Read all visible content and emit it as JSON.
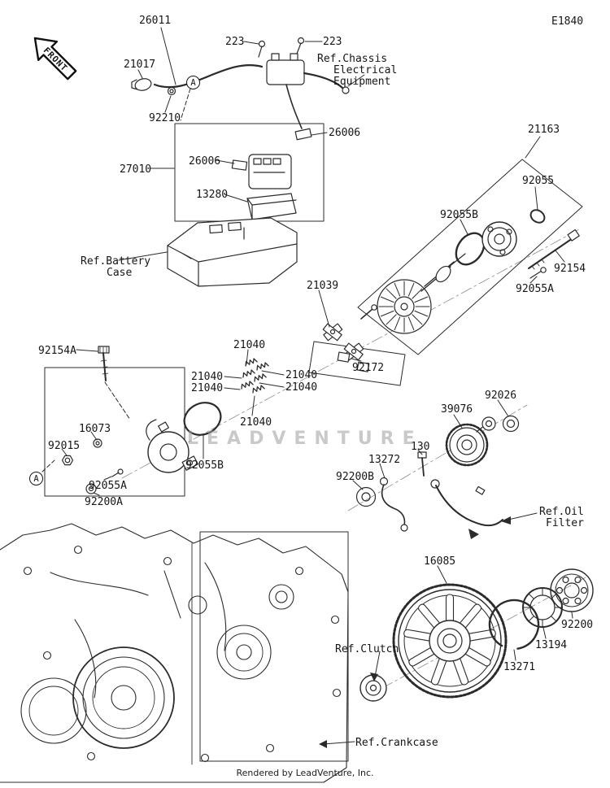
{
  "diagram": {
    "code": "E1840",
    "front": "FRONT",
    "watermark": "LEADVENTURE",
    "footer": "Rendered by LeadVenture, Inc.",
    "detail_marker": "A"
  },
  "callouts": {
    "c26011": "26011",
    "c223_1": "223",
    "c223_2": "223",
    "c21017": "21017",
    "c92210": "92210",
    "c26006_1": "26006",
    "c27010": "27010",
    "c26006_2": "26006",
    "c13280": "13280",
    "c21163": "21163",
    "c92055": "92055",
    "c92055b_1": "92055B",
    "c92154": "92154",
    "c92055a_1": "92055A",
    "c21039": "21039",
    "c92154a": "92154A",
    "c21040_1": "21040",
    "c21040_2": "21040",
    "c21040_3": "21040",
    "c21040_4": "21040",
    "c21040_5": "21040",
    "c21040_6": "21040",
    "c92172": "92172",
    "c92026": "92026",
    "c39076": "39076",
    "c16073": "16073",
    "c92015": "92015",
    "c130": "130",
    "c13272": "13272",
    "c92200b": "92200B",
    "c92055b_2": "92055B",
    "c92055a_2": "92055A",
    "c92200a": "92200A",
    "c16085": "16085",
    "c92200": "92200",
    "c13194": "13194",
    "c13271": "13271"
  },
  "refs": {
    "chassis_line1": "Ref.Chassis",
    "chassis_line2": "Electrical",
    "chassis_line3": "Equipment",
    "battery_line1": "Ref.Battery",
    "battery_line2": "Case",
    "oil_line1": "Ref.Oil",
    "oil_line2": "Filter",
    "clutch": "Ref.Clutch",
    "crankcase": "Ref.Crankcase"
  }
}
